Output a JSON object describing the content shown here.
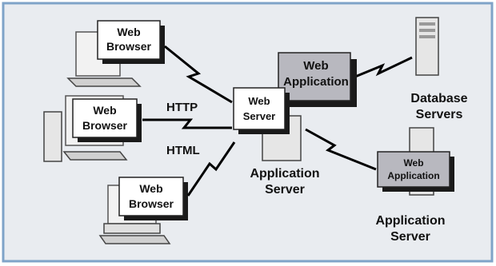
{
  "browsers": [
    {
      "line1": "Web",
      "line2": "Browser"
    },
    {
      "line1": "Web",
      "line2": "Browser"
    },
    {
      "line1": "Web",
      "line2": "Browser"
    }
  ],
  "protocols": {
    "request": "HTTP",
    "response": "HTML"
  },
  "web_server": {
    "line1": "Web",
    "line2": "Server"
  },
  "web_application_main": {
    "line1": "Web",
    "line2": "Application"
  },
  "web_application_secondary": {
    "line1": "Web",
    "line2": "Application"
  },
  "database": {
    "line1": "Database",
    "line2": "Servers"
  },
  "app_server_main": {
    "line1": "Application",
    "line2": "Server"
  },
  "app_server_secondary": {
    "line1": "Application",
    "line2": "Server"
  },
  "colors": {
    "frame": "#7fa3c8",
    "background": "#e9ecf0",
    "box_fill": "#ffffff",
    "web_app_fill": "#b8b8bf",
    "shadow": "#1a1a1a",
    "zigzag": "#000000"
  }
}
